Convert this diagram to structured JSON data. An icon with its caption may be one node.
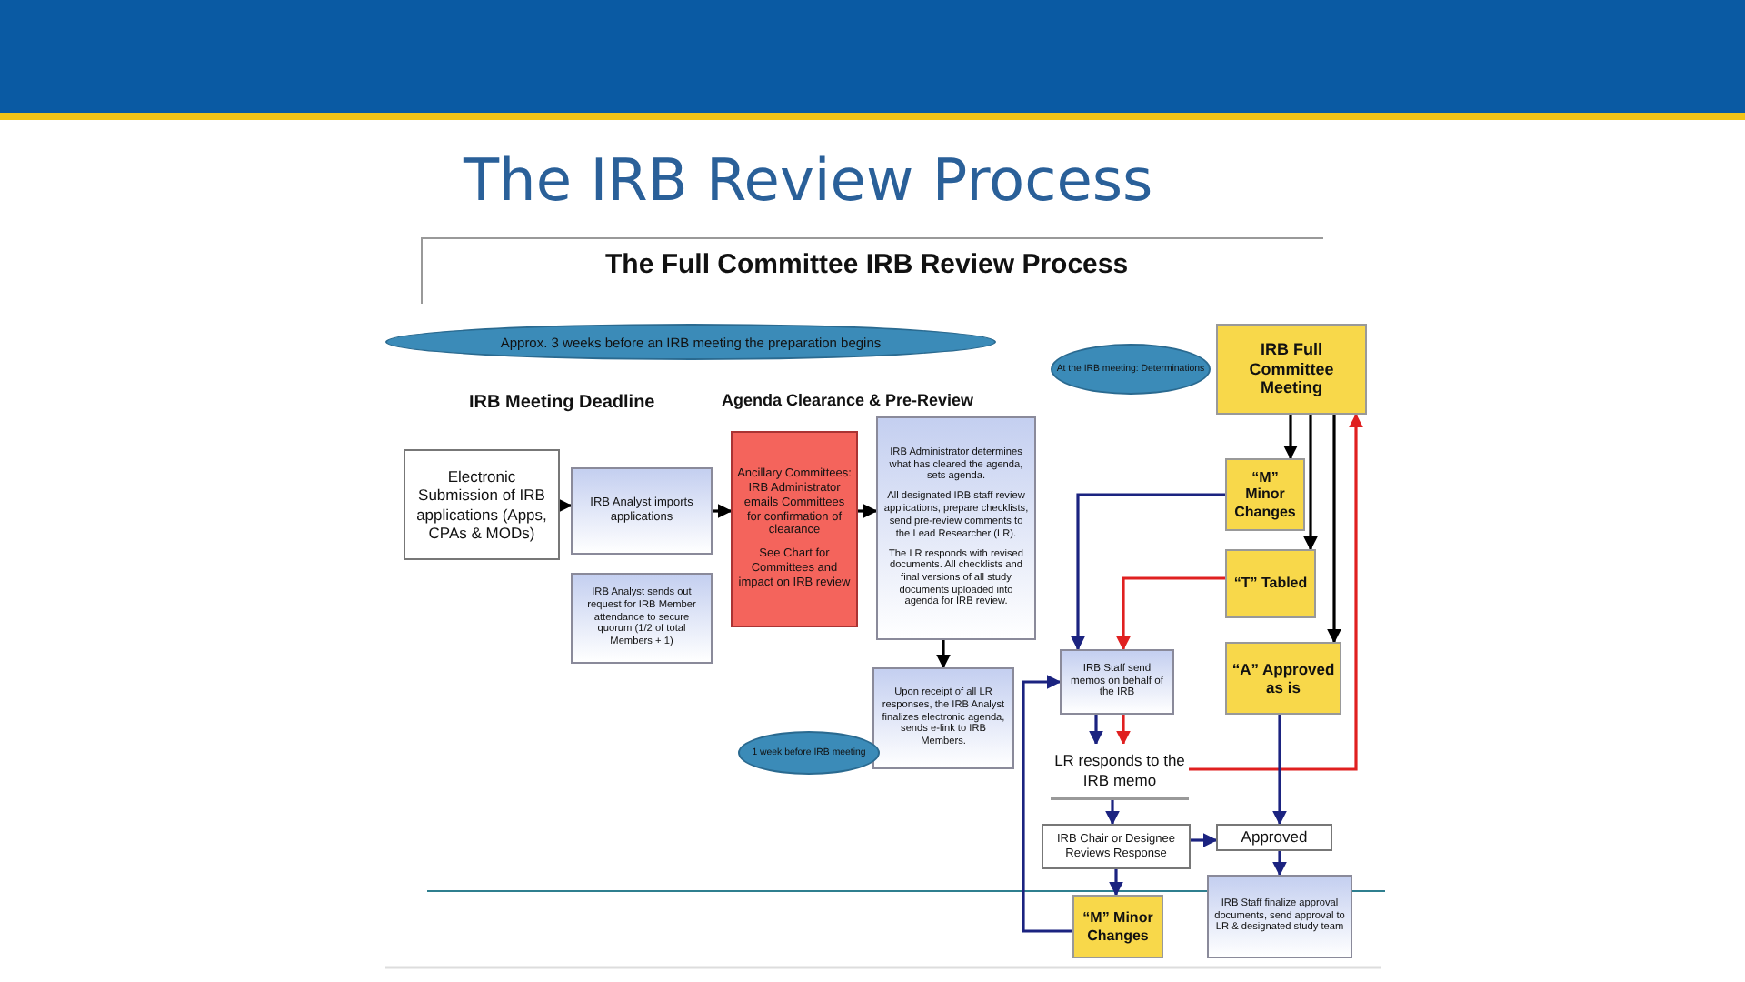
{
  "diagram": {
    "title": "The IRB Review Process",
    "nodes": [
      {
        "text": [
          "Approx. 3 weeks before an IRB meeting the preparation begins"
        ]
      },
      {
        "text": [
          "Electronic Submission of IRB applications (Apps, CPAs & MODs)"
        ]
      },
      {
        "text": [
          "IRB Analyst imports applications"
        ]
      },
      {
        "text": [
          "Ancillary Committees: IRB Administrator emails Committees for confirmation of clearance",
          "See Chart for Committees and impact on IRB review"
        ]
      },
      {
        "text": [
          "IRB Analyst sends out request for IRB Member attendance to secure quorum (1/2 of total Members + 1)"
        ]
      },
      {
        "text": [
          "IRB Administrator determines what has cleared the agenda, sets agenda.",
          "All designated IRB staff review applications, prepare checklists, send pre-review comments to the Lead Researcher (LR).",
          "The LR responds with revised documents. All checklists and final versions of all study documents uploaded into agenda for IRB review."
        ]
      },
      {
        "text": [
          "Upon receipt of all LR responses, the IRB Analyst finalizes electronic agenda, sends e-link to IRB Members."
        ]
      },
      {
        "text": [
          "1 week before IRB meeting"
        ]
      },
      {
        "text": [
          "At the IRB meeting: Determinations"
        ]
      },
      {
        "text": [
          "IRB Full Committee Meeting"
        ]
      },
      {
        "text": [
          "“M” Minor Changes"
        ]
      },
      {
        "text": [
          "“T” Tabled"
        ]
      },
      {
        "text": [
          "“A” Approved as is"
        ]
      },
      {
        "text": [
          "IRB Staff send memos on behalf of the IRB"
        ]
      },
      {
        "text": [
          "LR responds to the IRB memo"
        ]
      },
      {
        "text": [
          "IRB Chair or Designee Reviews Response"
        ]
      },
      {
        "text": [
          "“M” Minor Changes"
        ]
      },
      {
        "text": [
          "Approved"
        ]
      },
      {
        "text": [
          "IRB Staff finalize approval documents, send approval to LR & designated study team"
        ]
      }
    ],
    "edges": [
      {
        "from": 1,
        "to": 2,
        "arrow": "to",
        "color": "#000000"
      },
      {
        "from": 2,
        "to": 3,
        "arrow": "to",
        "color": "#000000"
      },
      {
        "from": 3,
        "to": 5,
        "arrow": "to",
        "color": "#000000"
      },
      {
        "from": 5,
        "to": 6,
        "arrow": "to",
        "color": "#000000"
      },
      {
        "from": 9,
        "to": 10,
        "arrow": "to",
        "color": "#000000"
      },
      {
        "from": 9,
        "to": 11,
        "arrow": "to",
        "color": "#000000"
      },
      {
        "from": 9,
        "to": 12,
        "arrow": "to",
        "color": "#000000"
      },
      {
        "from": 10,
        "to": 13,
        "arrow": "to"
      },
      {
        "from": 11,
        "to": 13,
        "arrow": "to",
        "color": "#e02020"
      },
      {
        "from": 13,
        "to": 14,
        "arrow": "to"
      },
      {
        "from": 13,
        "to": 14,
        "arrow": "to",
        "color": "#e02020"
      },
      {
        "from": 14,
        "to": 9,
        "arrow": "to",
        "color": "#e02020"
      },
      {
        "from": 14,
        "to": 15,
        "arrow": "to"
      },
      {
        "from": 15,
        "to": 16,
        "arrow": "to"
      },
      {
        "from": 15,
        "to": 17,
        "arrow": "to"
      },
      {
        "from": 12,
        "to": 17,
        "arrow": "to"
      },
      {
        "from": 17,
        "to": 18,
        "arrow": "to"
      },
      {
        "from": 16,
        "to": 13,
        "arrow": "to"
      }
    ],
    "labels": [
      "The Full Committee IRB Review Process",
      "IRB Meeting Deadline",
      "Agenda Clearance & Pre-Review"
    ]
  }
}
